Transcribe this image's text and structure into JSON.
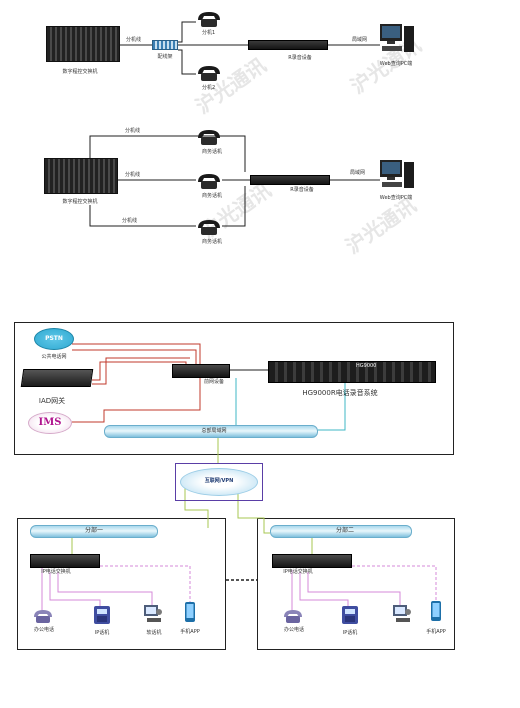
{
  "diagram1": {
    "pbx": "数字程控交换机",
    "trunk_label": "分机线",
    "patch": "配线架",
    "ext1": "分机1",
    "ext2": "分机2",
    "recorder": "R录音设备",
    "network": "局域网",
    "pc": "Web查询PC端"
  },
  "diagram2": {
    "pbx": "数字程控交换机",
    "line1": "分机线",
    "line2": "分机线",
    "line3": "分机线",
    "phone1": "商务话机",
    "phone2": "商务话机",
    "phone3": "商务话机",
    "recorder": "R录音设备",
    "network": "局域网",
    "pc": "Web查询PC端"
  },
  "watermark": "沪光通讯",
  "diagram3": {
    "pstn": "PSTN",
    "public_net": "公共电话网",
    "iad": "IAD网关",
    "ims": "IMS",
    "gateway": "前网设备",
    "device_brand": "HG9000",
    "recorder": "HG9000R电话录音系统",
    "hq_lan": "总部局域网",
    "internet": "互联网/VPN",
    "branch1": {
      "title": "分部一",
      "switch": "IP电话交换机",
      "office_phone": "办公电话",
      "ip_phone": "IP话机",
      "pc_phone": "软话机",
      "mobile": "手机APP"
    },
    "branch2": {
      "title": "分部二",
      "switch": "IP电话交换机",
      "office_phone": "办公电话",
      "ip_phone": "IP话机",
      "mobile": "手机APP"
    }
  },
  "colors": {
    "line_dark": "#1f1f1f",
    "line_red": "#c0392b",
    "line_green": "#a7c750",
    "line_cyan": "#3fb7c4",
    "line_magenta": "#d58ad9",
    "pipe_blue": "#a9d8ec",
    "ims": "#b0148e",
    "pstn": "#2ea9d1"
  }
}
